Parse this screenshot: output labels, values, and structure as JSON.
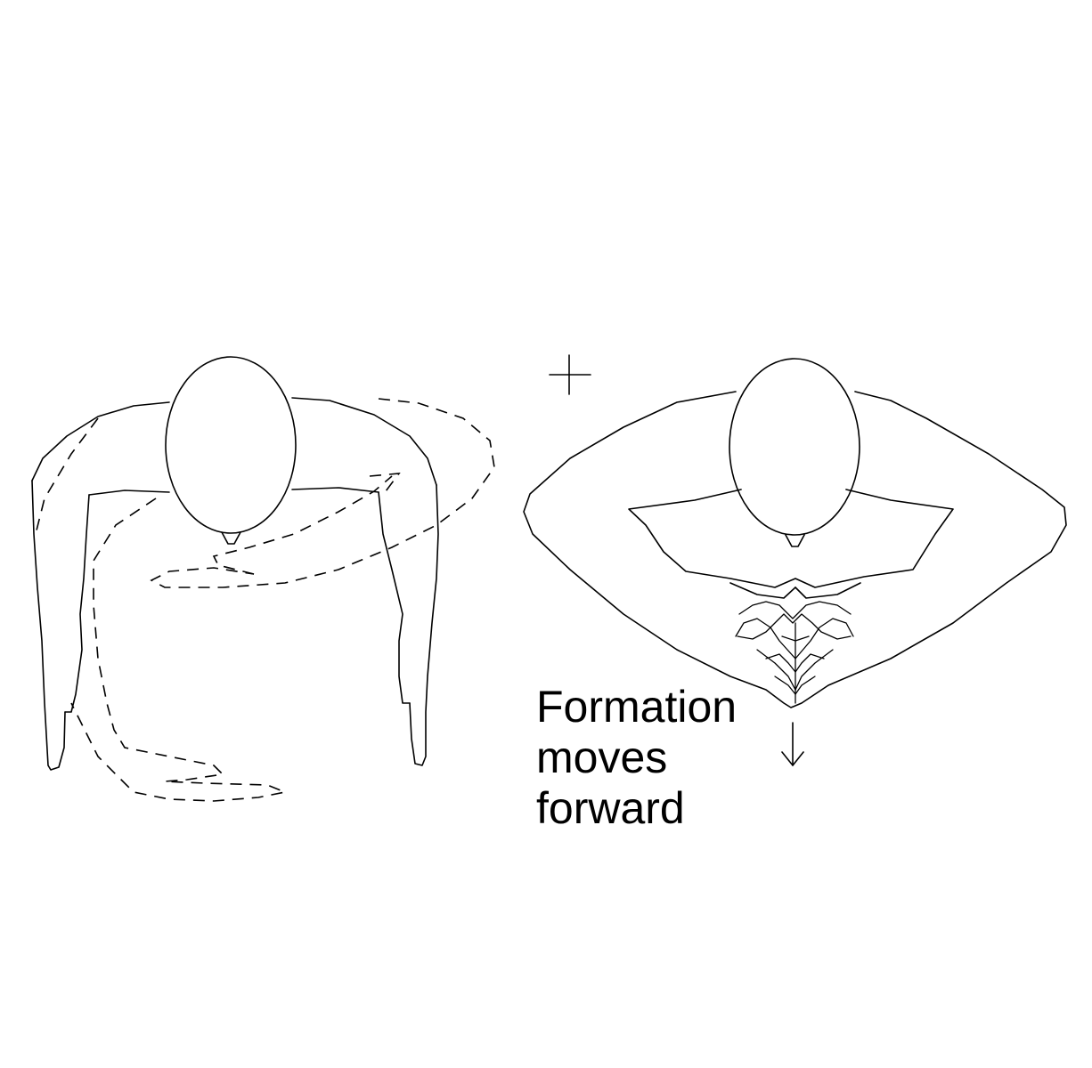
{
  "caption": {
    "line1": "Formation",
    "line2": "moves",
    "line3": "forward"
  },
  "icons": {
    "start_marker": "plus-marker-icon",
    "direction": "down-arrow-icon"
  },
  "stroke_color": "#000000",
  "background_color": "#ffffff"
}
